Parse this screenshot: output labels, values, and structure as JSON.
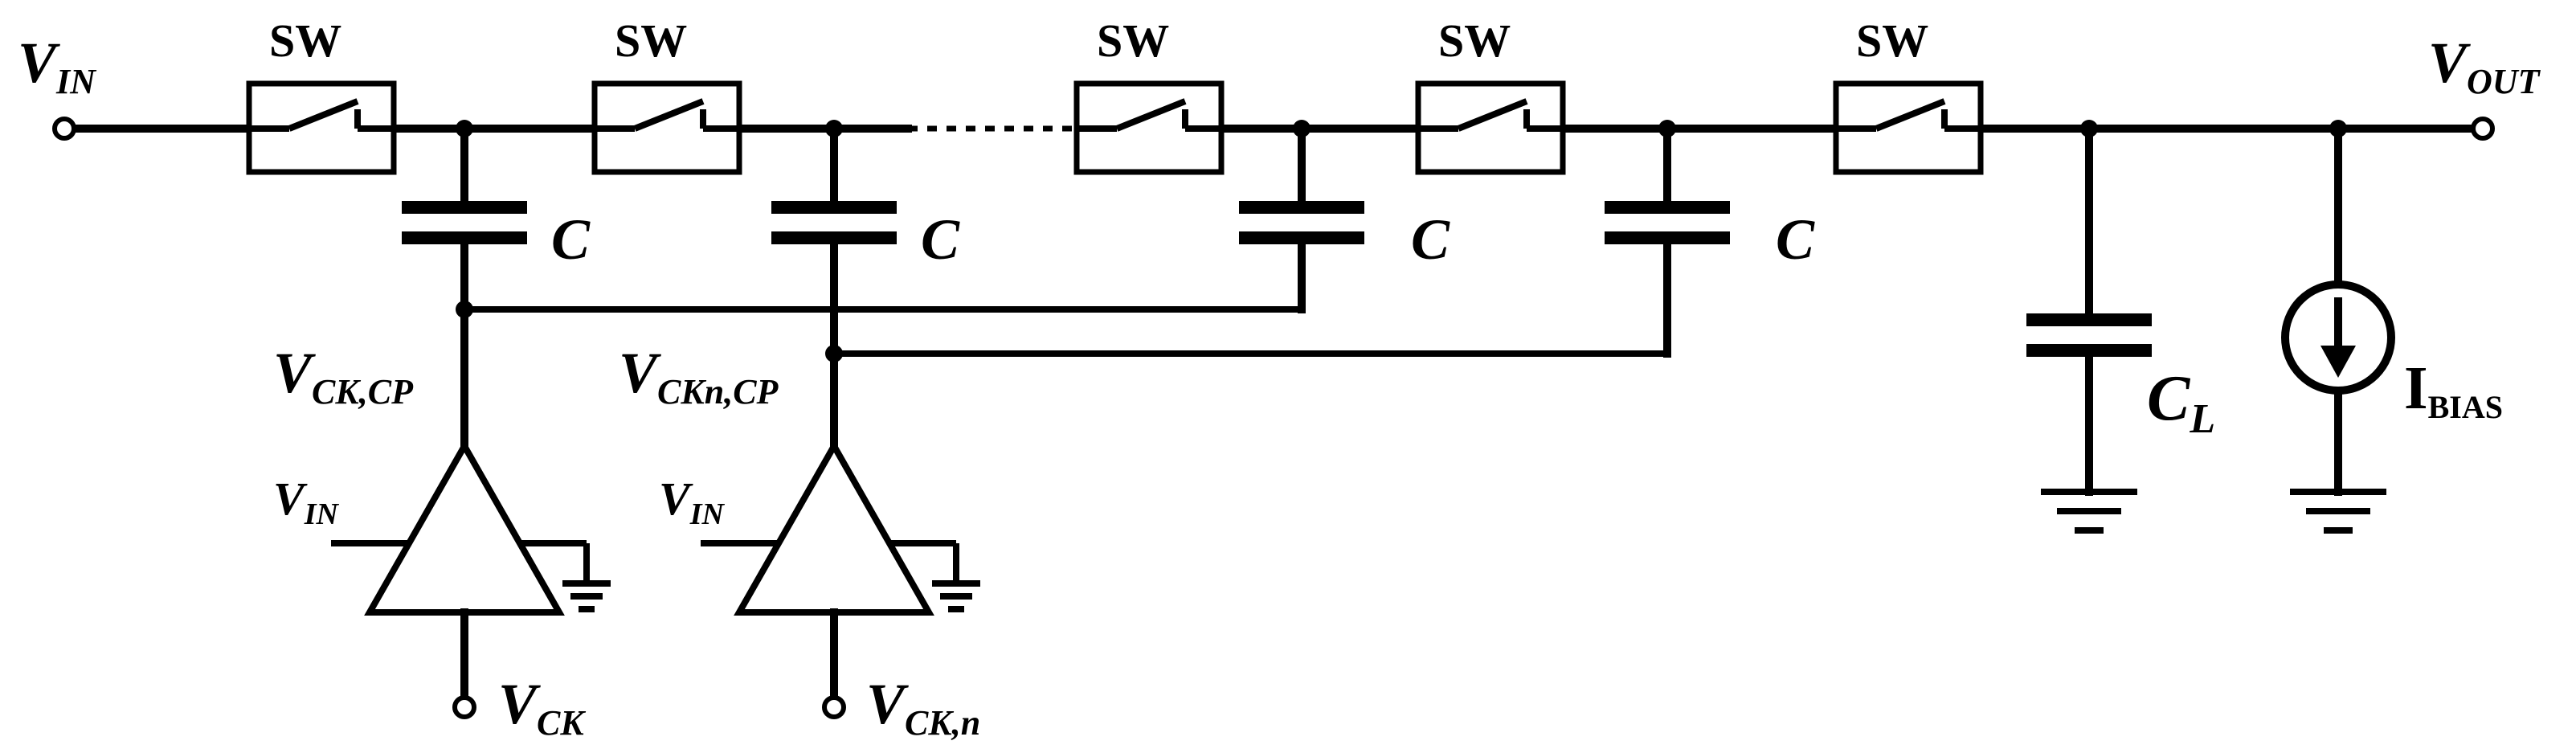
{
  "labels": {
    "vin": {
      "main": "V",
      "sub": "IN"
    },
    "vout": {
      "main": "V",
      "sub": "OUT"
    },
    "sw": [
      "SW",
      "SW",
      "SW",
      "SW",
      "SW"
    ],
    "c": [
      "C",
      "C",
      "C",
      "C"
    ],
    "cl": {
      "main": "C",
      "sub": "L"
    },
    "ibias": {
      "main": "I",
      "sub": "BIAS"
    },
    "vck_cp": {
      "main": "V",
      "sub": "CK,CP"
    },
    "vckn_cp": {
      "main": "V",
      "sub": "CKn,CP"
    },
    "driver1_in": {
      "main": "V",
      "sub": "IN"
    },
    "driver2_in": {
      "main": "V",
      "sub": "IN"
    },
    "vck": {
      "main": "V",
      "sub": "CK"
    },
    "vck_n": {
      "main": "V",
      "sub": "CK,n"
    }
  },
  "colors": {
    "ink": "#000000",
    "background": "#ffffff"
  }
}
